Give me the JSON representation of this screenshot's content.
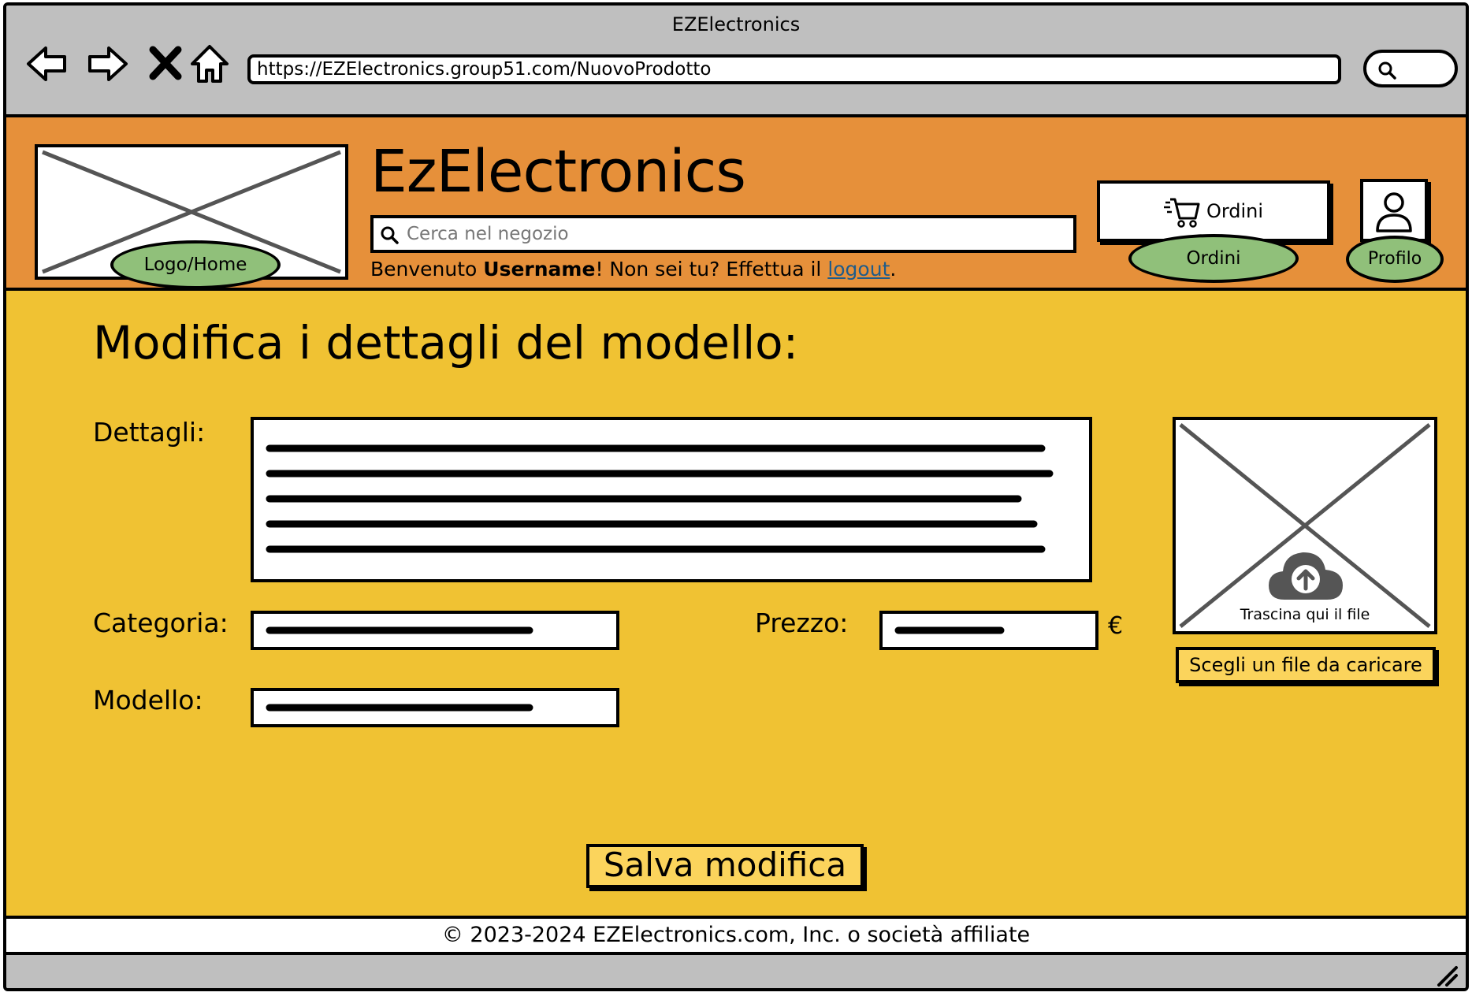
{
  "window": {
    "title": "EZElectronics",
    "url": "https://EZElectronics.group51.com/NuovoProdotto"
  },
  "header": {
    "brand": "EzElectronics",
    "logo_label": "Logo/Home",
    "search_placeholder": "Cerca nel negozio",
    "welcome_prefix": "Benvenuto ",
    "username": "Username",
    "welcome_middle": "! Non sei tu? Effettua il ",
    "logout_link": "logout",
    "welcome_suffix": ".",
    "orders_button": "Ordini",
    "orders_label": "Ordini",
    "profile_label": "Profilo"
  },
  "form": {
    "title": "Modifica i dettagli del modello:",
    "details_label": "Dettagli:",
    "category_label": "Categoria:",
    "price_label": "Prezzo:",
    "currency": "€",
    "model_label": "Modello:",
    "drop_text": "Trascina qui il file",
    "choose_file_button": "Scegli un file da caricare",
    "save_button": "Salva modifica"
  },
  "footer": {
    "copyright": "© 2023-2024 EZElectronics.com, Inc. o società affiliate"
  },
  "icons": {
    "back": "arrow-left-icon",
    "forward": "arrow-right-icon",
    "stop": "close-icon",
    "home": "home-icon",
    "search": "search-icon",
    "cart": "cart-icon",
    "profile": "user-icon",
    "upload": "cloud-upload-icon",
    "placeholder": "image-placeholder-icon"
  },
  "colors": {
    "header_bg": "#e6903a",
    "main_bg": "#f0c233",
    "pill_green": "#90c07a",
    "button_yellow": "#fbd45c",
    "chrome_gray": "#bfbfbf",
    "link_blue": "#1f5c8a"
  }
}
